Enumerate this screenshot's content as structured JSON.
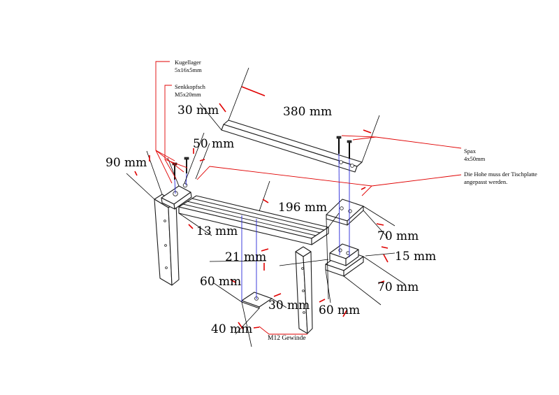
{
  "dimensions": {
    "top_bar_length": "380 mm",
    "top_bar_end": "30 mm",
    "bolt_spacing": "50 mm",
    "leg_offset": "90 mm",
    "crossbar_length": "196 mm",
    "crossbar_thickness": "13 mm",
    "post_height": "21 mm",
    "foot_plate_depth": "60 mm",
    "foot_plate_side": "30 mm",
    "foot_plate_width": "40 mm",
    "block_side_top": "70 mm",
    "block_height": "15 mm",
    "block_side_bottom": "70 mm",
    "block_depth": "60 mm"
  },
  "notes": {
    "bearing_line1": "Kugellager",
    "bearing_line2": "5x16x5mm",
    "screw_line1": "Senkkopfsch",
    "screw_line2": "M5x20mm",
    "spax_line1": "Spax",
    "spax_line2": "4x50mm",
    "height_line1": "Die Hohe muss der Tischplatte",
    "height_line2": "angepasst werden.",
    "thread": "M12 Gewinde"
  },
  "colors": {
    "dimension_arrows": "#e00000",
    "leaders": "#e00000",
    "center_lines": "#2a2ad8",
    "outline": "#1a1a1a"
  }
}
